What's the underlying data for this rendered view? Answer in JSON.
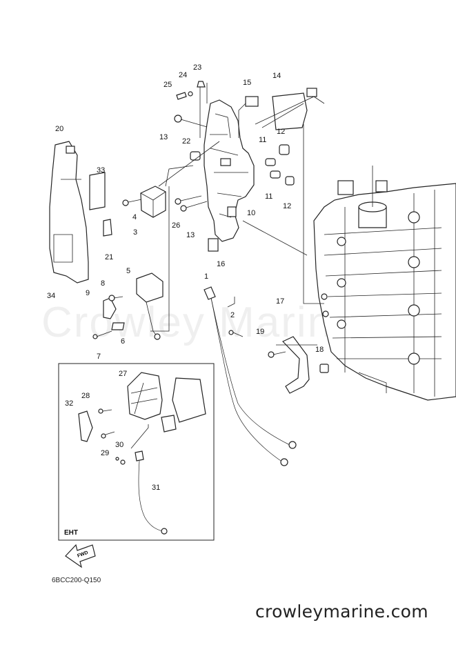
{
  "diagram": {
    "watermark": "Crowley Marine",
    "drawing_code": "6BCC200-Q150",
    "inset_label": "EHT",
    "fwd_label": "FWD",
    "site_url": "crowleymarine.com",
    "callouts": [
      "1",
      "2",
      "3",
      "4",
      "5",
      "6",
      "7",
      "8",
      "9",
      "10",
      "11",
      "11",
      "12",
      "12",
      "13",
      "13",
      "14",
      "15",
      "16",
      "17",
      "18",
      "19",
      "20",
      "21",
      "22",
      "23",
      "24",
      "25",
      "26",
      "27",
      "28",
      "29",
      "30",
      "31",
      "32",
      "33",
      "34"
    ]
  }
}
